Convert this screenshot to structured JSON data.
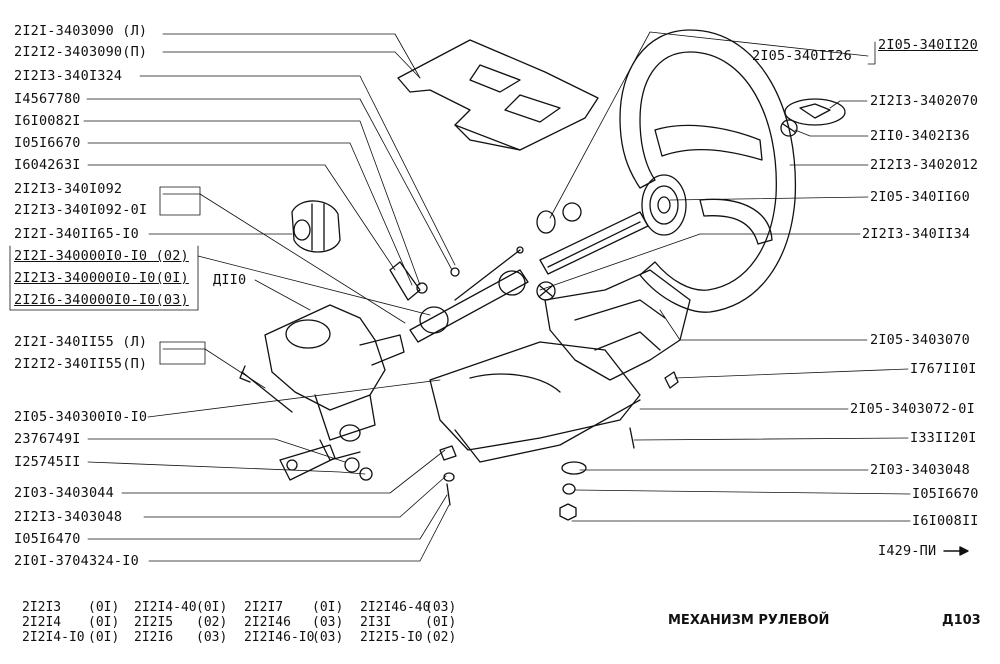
{
  "labels_left": [
    "2I2I-3403090 (Л)",
    "2I2I2-3403090(П)",
    "2I2I3-340I324",
    "I4567780",
    "I6I0082I",
    "I05I6670",
    "I604263I",
    "2I2I3-340I092",
    "2I2I3-340I092-0I",
    "2I2I-340II65-I0",
    "2I2I-340000I0-I0 (02)",
    "2I2I3-340000I0-I0(0I)",
    "2I2I6-340000I0-I0(03)",
    "2I2I-340II55 (Л)",
    "2I2I2-340II55(П)",
    "2I05-340300I0-I0",
    "2376749I",
    "I25745II",
    "2I03-3403044",
    "2I2I3-3403048",
    "I05I6470",
    "2I0I-3704324-I0"
  ],
  "label_d110": "ДII0",
  "labels_right": [
    "2I05-340II26",
    "2I05-340II20",
    "2I2I3-3402070",
    "2II0-3402I36",
    "2I2I3-3402012",
    "2I05-340II60",
    "2I2I3-340II34",
    "2I05-3403070",
    "I767II0I",
    "2I05-3403072-0I",
    "I33II20I",
    "2I03-3403048",
    "I05I6670",
    "I6I008II"
  ],
  "next_ref": "I429-ПИ",
  "models": [
    [
      "2I2I3",
      "(0I)"
    ],
    [
      "2I2I4",
      "(0I)"
    ],
    [
      "2I2I4-I0",
      "(0I)"
    ],
    [
      "2I2I4-40",
      "(0I)"
    ],
    [
      "2I2I5",
      "(02)"
    ],
    [
      "2I2I6",
      "(03)"
    ],
    [
      "2I2I7",
      "(0I)"
    ],
    [
      "2I2I46",
      "(03)"
    ],
    [
      "2I2I46-I0",
      "(03)"
    ],
    [
      "2I2I46-40",
      "(03)"
    ],
    [
      "2I3I",
      "(0I)"
    ],
    [
      "2I2I5-I0",
      "(02)"
    ]
  ],
  "title": "МЕХАНИЗМ РУЛЕВОЙ",
  "page_code": "Д103"
}
